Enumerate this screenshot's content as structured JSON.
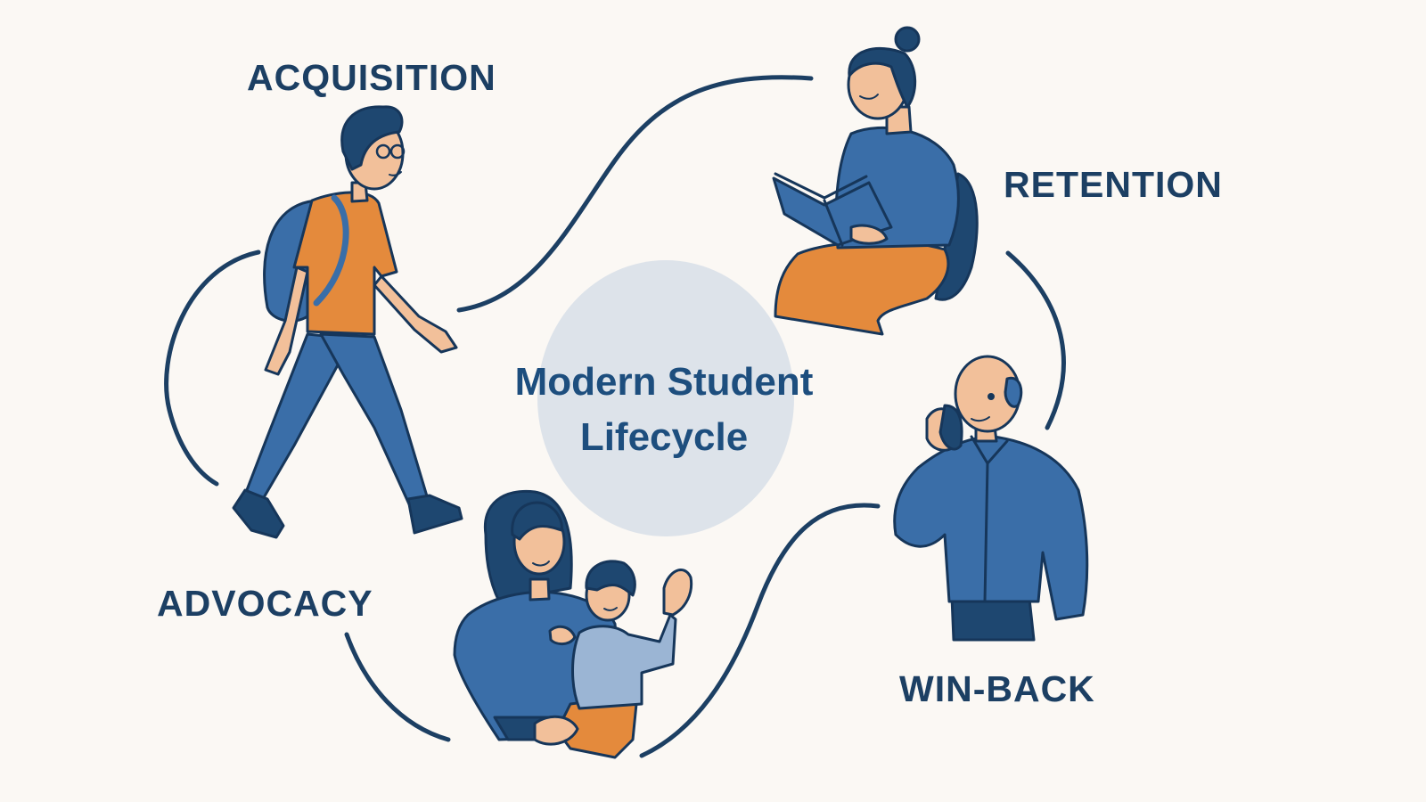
{
  "diagram": {
    "title_line1": "Modern Student",
    "title_line2": "Lifecycle",
    "stages": [
      {
        "id": "acquisition",
        "label": "ACQUISITION",
        "figure": "walking student with backpack"
      },
      {
        "id": "retention",
        "label": "RETENTION",
        "figure": "seated woman reading a book"
      },
      {
        "id": "win-back",
        "label": "WIN-BACK",
        "figure": "man talking on phone"
      },
      {
        "id": "advocacy",
        "label": "ADVOCACY",
        "figure": "woman holding waving child"
      }
    ],
    "colors": {
      "background": "#fbf8f4",
      "text": "#1c3f63",
      "title_text": "#1d4e7e",
      "center_circle": "#dde3ea",
      "connector": "#1c3f63",
      "blue": "#3a6ea8",
      "dark_blue": "#1e4770",
      "light_blue": "#9bb5d4",
      "orange": "#e48a3c",
      "skin": "#f2c09a"
    }
  }
}
